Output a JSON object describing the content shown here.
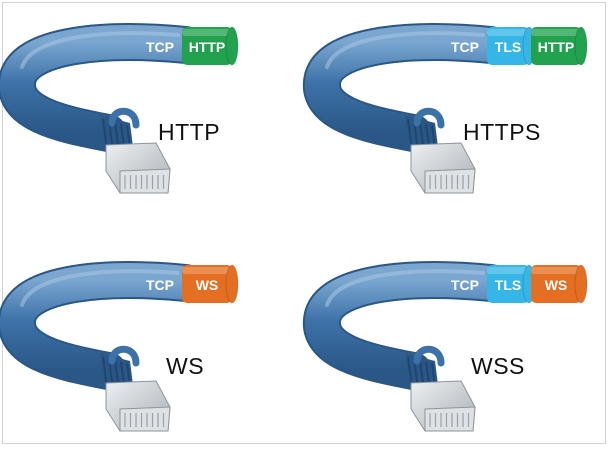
{
  "colors": {
    "cable": "#3d72a8",
    "cable_dark": "#2a5786",
    "cable_light": "#7aa6d0",
    "http": "#22a24f",
    "tls": "#35b6e6",
    "ws": "#e46f22",
    "connector": "#c7cbcf"
  },
  "panels": [
    {
      "title": "HTTP",
      "layers": [
        "TCP",
        "HTTP"
      ]
    },
    {
      "title": "HTTPS",
      "layers": [
        "TCP",
        "TLS",
        "HTTP"
      ]
    },
    {
      "title": "WS",
      "layers": [
        "TCP",
        "WS"
      ]
    },
    {
      "title": "WSS",
      "layers": [
        "TCP",
        "TLS",
        "WS"
      ]
    }
  ]
}
